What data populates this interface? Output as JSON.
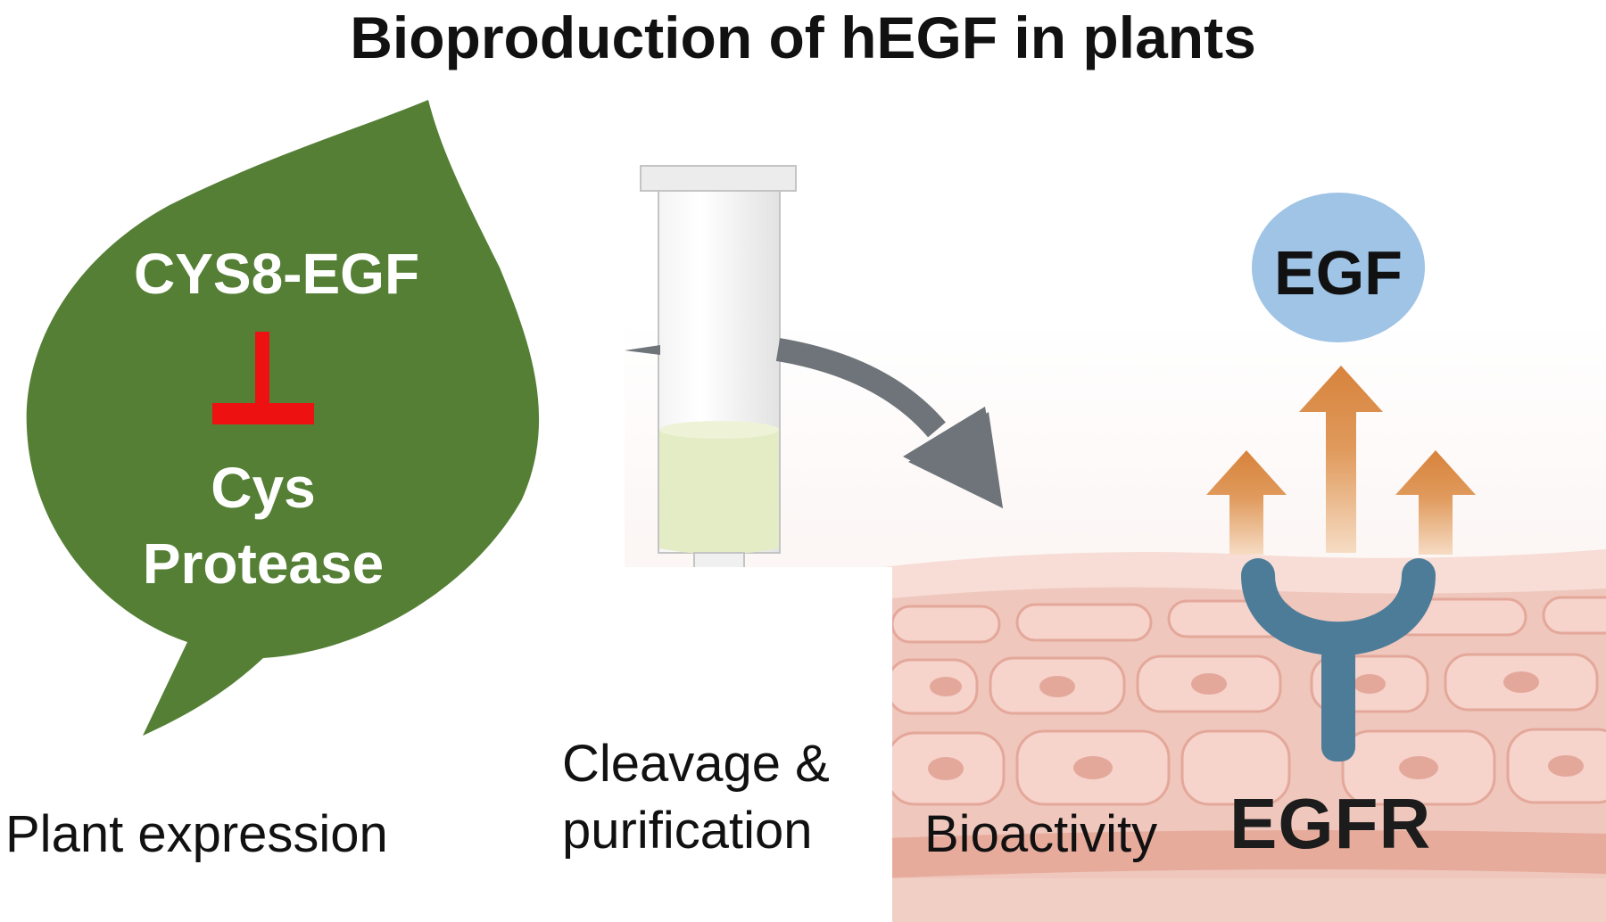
{
  "title": "Bioproduction of hEGF in plants",
  "leaf": {
    "construct": "CYS8-EGF",
    "protease_line1": "Cys",
    "protease_line2": "Protease"
  },
  "labels": {
    "plant_expression": "Plant expression",
    "cleavage_line1": "Cleavage &",
    "cleavage_line2": "purification",
    "bioactivity": "Bioactivity",
    "receptor": "EGFR",
    "ligand": "EGF"
  },
  "colors": {
    "leaf": "#547f35",
    "inhibition": "#ee1111",
    "column_liquid": "#e4ecc6",
    "flow_arrow": "#6e7479",
    "egf_bubble": "#9fc4e6",
    "receptor": "#4d7c99",
    "signal_arrow": "#d98a46",
    "skin": "#efc7bd"
  }
}
